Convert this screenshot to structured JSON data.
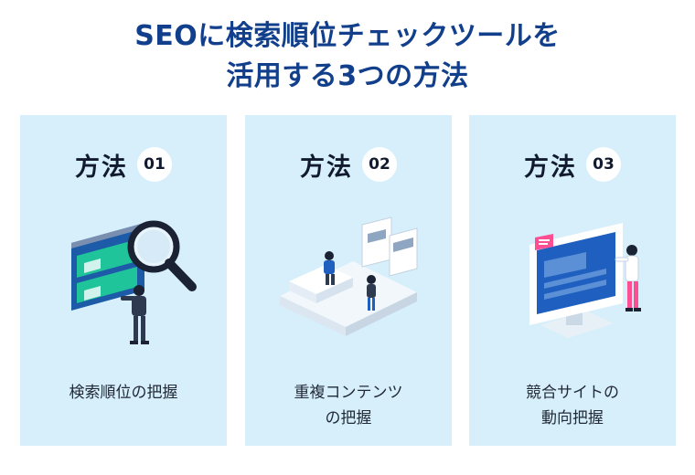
{
  "title": {
    "line1": "SEOに検索順位チェックツールを",
    "line2": "活用する3つの方法"
  },
  "cards": [
    {
      "label": "方法",
      "number": "01",
      "caption_lines": [
        "検索順位の把握"
      ],
      "illustration": "magnifier-browser-person-illustration"
    },
    {
      "label": "方法",
      "number": "02",
      "caption_lines": [
        "重複コンテンツ",
        "の把握"
      ],
      "illustration": "duplicate-documents-people-illustration"
    },
    {
      "label": "方法",
      "number": "03",
      "caption_lines": [
        "競合サイトの",
        "動向把握"
      ],
      "illustration": "monitor-person-illustration"
    }
  ],
  "colors": {
    "title": "#123f8c",
    "card_background": "#d6effb",
    "accent_blue": "#1f5fbf",
    "accent_green": "#1fc49a",
    "accent_pink": "#ff4f93"
  }
}
